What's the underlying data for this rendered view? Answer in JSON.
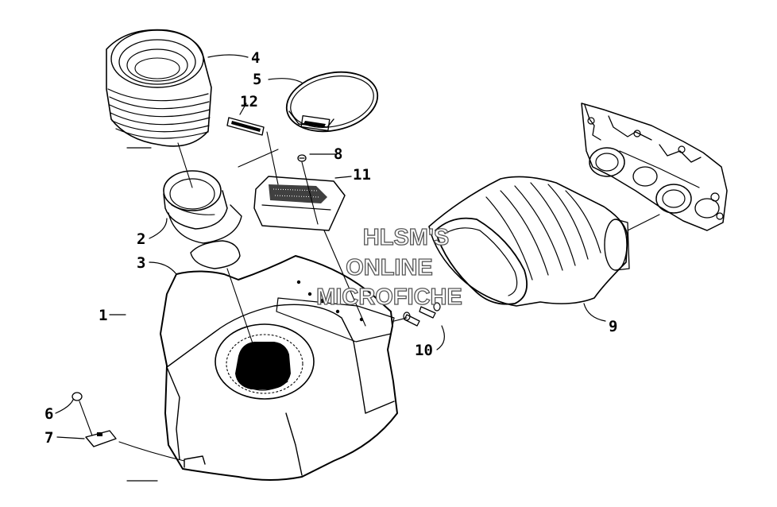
{
  "diagram": {
    "callouts": [
      {
        "id": "1",
        "label": "1"
      },
      {
        "id": "2",
        "label": "2"
      },
      {
        "id": "3",
        "label": "3"
      },
      {
        "id": "4",
        "label": "4"
      },
      {
        "id": "5",
        "label": "5"
      },
      {
        "id": "6",
        "label": "6"
      },
      {
        "id": "7",
        "label": "7"
      },
      {
        "id": "8",
        "label": "8"
      },
      {
        "id": "9",
        "label": "9"
      },
      {
        "id": "10",
        "label": "10"
      },
      {
        "id": "11",
        "label": "11"
      },
      {
        "id": "12",
        "label": "12"
      }
    ],
    "watermark": {
      "line1": "HLSM'S",
      "line2": "ONLINE",
      "line3": "MICROFICHE"
    }
  }
}
